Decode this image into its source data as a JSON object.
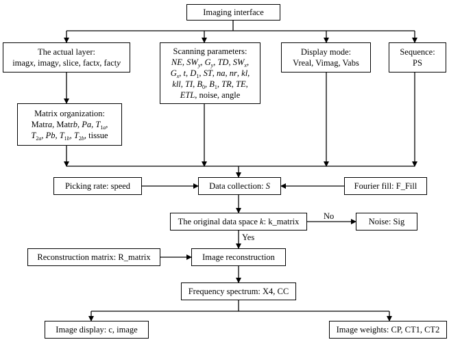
{
  "boxes": {
    "imaging_interface": "Imaging interface",
    "actual_layer": {
      "title": "The actual layer:",
      "line2": "imagx, imagy, slice, factx, facty"
    },
    "scanning_parameters": {
      "title": "Scanning parameters:",
      "line2": "NE, SWy, Gy, TD, SWx,",
      "line3": "Gx, t, D1, ST, na, nr, kl,",
      "line4": "kll, TI, B0, B1, TR, TE,",
      "line5": "ETL, noise, angle"
    },
    "display_mode": {
      "title": "Display mode:",
      "line2": "Vreal, Vimag, Vabs"
    },
    "sequence": {
      "title": "Sequence:",
      "line2": "PS"
    },
    "matrix_organization": {
      "title": "Matrix organization:",
      "line2": "Matra, Matrb, Pa, T1a,",
      "line3": "T2a, Pb, T1b, T2b, tissue"
    },
    "picking_rate": "Picking rate: speed",
    "data_collection": "Data collection: S",
    "fourier_fill": "Fourier fill: F_Fill",
    "original_data_space": "The original data space k: k_matrix",
    "noise": "Noise: Sig",
    "reconstruction_matrix": "Reconstruction matrix: R_matrix",
    "image_reconstruction": "Image reconstruction",
    "frequency_spectrum": "Frequency spectrum: X4, CC",
    "image_display": "Image display: c, image",
    "image_weights": "Image weights: CP, CT1, CT2"
  },
  "edge_labels": {
    "no": "No",
    "yes": "Yes"
  }
}
